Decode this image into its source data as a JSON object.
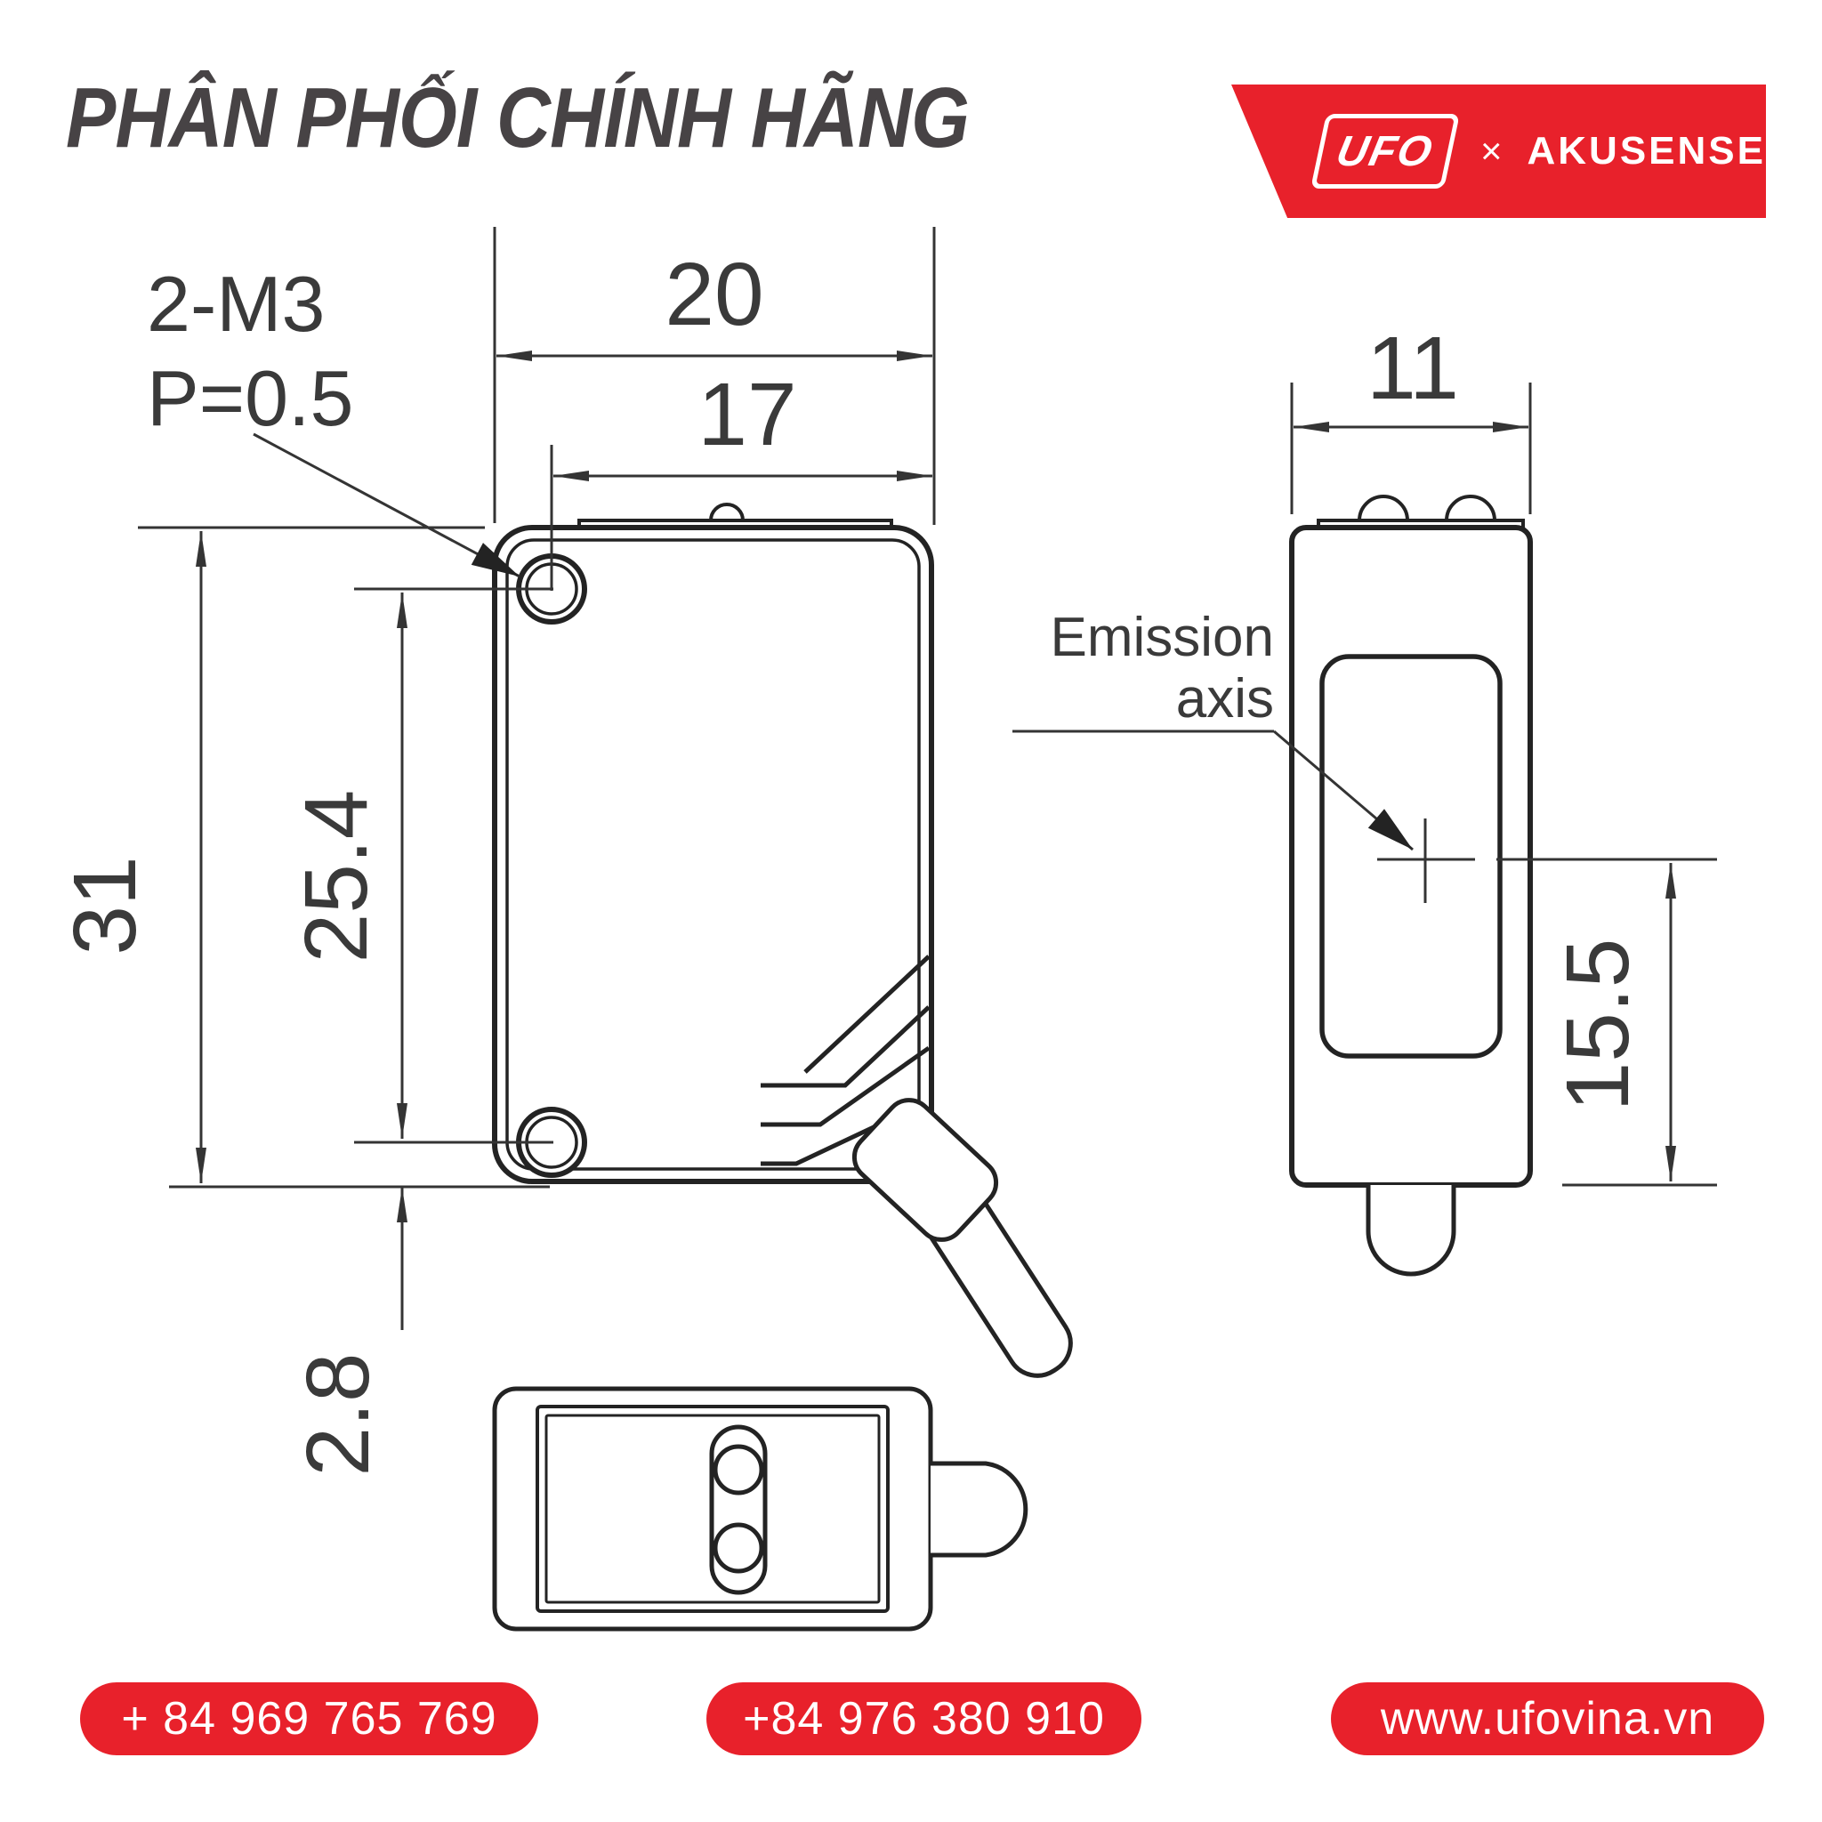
{
  "header": {
    "title": "PHÂN PHỐI CHÍNH HÃNG",
    "brand": {
      "ufo": "UFO",
      "separator": "×",
      "partner": "AKUSENSE"
    }
  },
  "drawing": {
    "front_view": {
      "dim_width_outer": "20",
      "dim_width_holes": "17",
      "dim_height_outer": "31",
      "dim_height_holes": "25.4",
      "dim_bottom_offset": "2.8",
      "thread_label_line1": "2-M3",
      "thread_label_line2": "P=0.5"
    },
    "side_view": {
      "dim_width": "11",
      "dim_emission_height": "15.5",
      "emission_label_line1": "Emission",
      "emission_label_line2": "axis"
    }
  },
  "footer": {
    "contacts": [
      {
        "label": "+ 84 969 765 769"
      },
      {
        "label": "+84 976 380 910"
      },
      {
        "label": "www.ufovina.vn"
      }
    ]
  },
  "colors": {
    "accent_red": "#e8212b",
    "ink": "#232323",
    "title_gray": "#474345"
  }
}
